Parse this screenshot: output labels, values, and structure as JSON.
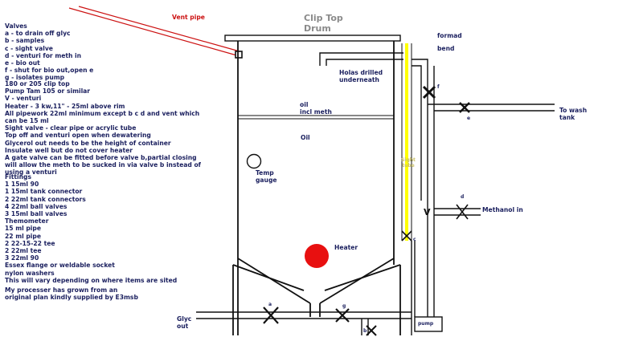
{
  "title": [
    "Clip Top",
    "Drum"
  ],
  "vent_label": "Vent pipe",
  "notes": {
    "valves": [
      "Valves",
      "a - to drain off glyc",
      "b - samples",
      "c - sight valve",
      "d - venturi for meth in",
      "e - bio out",
      "f - shut for bio out,open e",
      "g - isolates pump"
    ],
    "details": [
      "180 or 205 clip top",
      "Pump Tam 105 or similar",
      "V - venturi",
      "Heater - 3 kw,11\" - 25ml above rim",
      "All pipework 22ml minimum except b c d and vent which",
      "can be 15 ml",
      "Sight valve - clear pipe or acrylic tube",
      "Top off and venturi open when dewatering",
      "Glycerol out needs to be the height of container",
      "Insulate well but do not cover heater",
      "A gate valve can be fitted before valve b,partial closing",
      "will allow the meth to be sucked in via valve b instead of",
      "using a venturi"
    ],
    "fittings": [
      "Fittings",
      "1 15ml 90",
      "1 15ml tank connector",
      "2 22ml tank connectors",
      "4 22ml ball valves",
      "3 15ml ball valves",
      "Themometer",
      "15 ml pipe",
      "22 ml pipe",
      "2 22-15-22 tee",
      "2 22ml tee",
      "3 22ml 90",
      "Essex flange or weldable socket",
      "nylon washers",
      "This will vary depending on where items are sited"
    ],
    "credit": [
      "My processer has grown from an",
      "original plan kindly supplied by E3msb"
    ]
  },
  "labels": {
    "formed": "formad",
    "bend": "bend",
    "holes": [
      "Holas drilled",
      "underneath"
    ],
    "oil_meth": [
      "oil",
      "incl meth"
    ],
    "oil": "Oil",
    "temp": [
      "Temp",
      "gauge"
    ],
    "heater": "Heater",
    "wash": [
      "To wash",
      "tank"
    ],
    "methanol": "Methanol in",
    "sight": [
      "Sight",
      "tube"
    ],
    "glyc": [
      "Glyc",
      "out"
    ],
    "pump": "pump",
    "v": "V",
    "valve_a": "a",
    "valve_b": "b",
    "valve_c": "c",
    "valve_d": "d",
    "valve_e": "e",
    "valve_f": "f",
    "valve_g": "g"
  },
  "colors": {
    "line": "#111111",
    "text": "#1a1f5e",
    "vent": "#cc1111",
    "sight_tube": "#ffff00",
    "heater": "#e81010",
    "title": "#8a8a8a"
  },
  "icons": {
    "temp_gauge": "circle-outline",
    "heater": "filled-red-circle",
    "valve": "x-cross"
  }
}
